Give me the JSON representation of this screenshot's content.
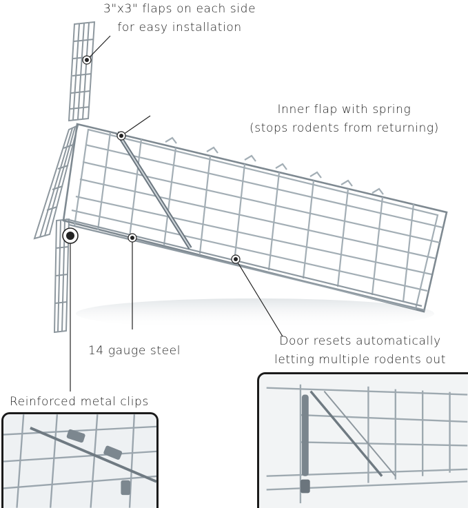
{
  "callouts": {
    "flaps": {
      "line1": "3\"x3\" flaps on each side",
      "line2": "for easy installation"
    },
    "inner_flap": {
      "line1": "Inner flap with spring",
      "line2": "(stops rodents from returning)"
    },
    "gauge": {
      "line1": "14 gauge steel"
    },
    "door": {
      "line1": "Door resets automatically",
      "line2": "letting multiple rodents out"
    },
    "clips": {
      "line1": "Reinforced metal clips"
    }
  },
  "colors": {
    "wire": "#a9b4bb",
    "wire_dark": "#6c7780",
    "text": "#1c1c1c",
    "border": "#1b1b1b"
  },
  "icons": {
    "pointer_dot": "circle-dot-icon"
  }
}
